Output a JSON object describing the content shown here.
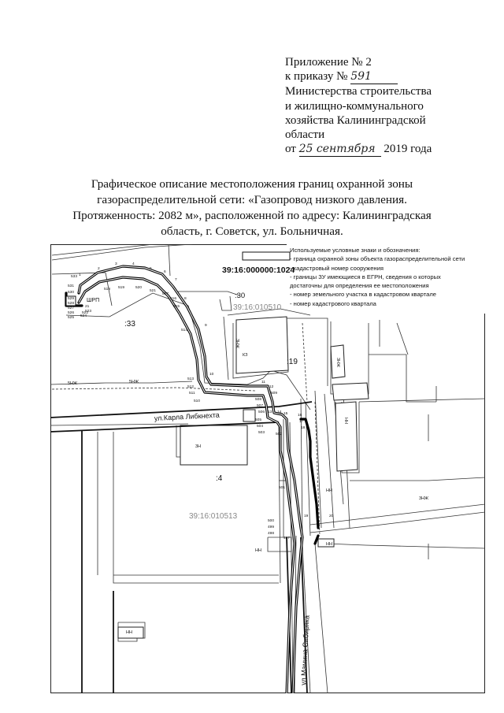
{
  "appendix": {
    "line1": "Приложение № 2",
    "line2_prefix": "к приказу №",
    "order_number": "591",
    "line3": "Министерства строительства",
    "line4": "и жилищно-коммунального",
    "line5": "хозяйства Калининградской",
    "line6": "области",
    "date_prefix": "от",
    "date_handwritten": "25 сентября",
    "date_suffix": "2019 года"
  },
  "title": {
    "line1": "Графическое описание местоположения границ охранной зоны",
    "line2": "газораспределительной сети: «Газопровод низкого давления.",
    "line3": "Протяженность: 2082 м», расположенной по адресу: Калининградская",
    "line4": "область, г. Советск, ул. Больничная."
  },
  "legend": {
    "heading": "Используемые  условные знаки и обозначения:",
    "items": [
      "- граница охранной зоны объекта газораспределительной сети",
      "- кадастровый номер сооружения",
      "- границы ЗУ имеющиеся в ЕГРН, сведения о которых",
      "  достаточны для определения ее местоположения",
      "- номер земельного участка в кадастровом квартале",
      "- номер кадастрового квартала"
    ]
  },
  "map": {
    "structure_cadastral_number": "39:16:000000:1024",
    "quarter_1": "39:16:010510",
    "quarter_2": "39:16:010513",
    "parcels": [
      ":30",
      ":33",
      ":19",
      ":4"
    ],
    "street_1": "ул.Карла Либкнехта",
    "street_2": "ул.Мамина Сибиряка",
    "grp_label": "ШРП",
    "building_labels": [
      "5НЖ",
      "5НЖ",
      "3НЖ",
      "3Н",
      "КЗ",
      "НН",
      "НН",
      "НН",
      "НН",
      "3НЖ",
      "НН",
      "3НЖ"
    ],
    "points": [
      "533",
      "1",
      "2",
      "3",
      "4",
      "5",
      "6",
      "7",
      "8",
      "518",
      "519",
      "520",
      "521",
      "517",
      "516",
      "515",
      "514",
      "513",
      "512",
      "511",
      "510",
      "9",
      "10",
      "11",
      "12",
      "509",
      "508",
      "507",
      "506",
      "505",
      "504",
      "503",
      "502",
      "501",
      "500",
      "499",
      "498",
      "497",
      "13",
      "14",
      "15",
      "16",
      "17",
      "18",
      "19",
      "20",
      "21",
      "522",
      "523",
      "524",
      "525",
      "526",
      "527",
      "528",
      "529",
      "530",
      "531",
      "532"
    ]
  }
}
